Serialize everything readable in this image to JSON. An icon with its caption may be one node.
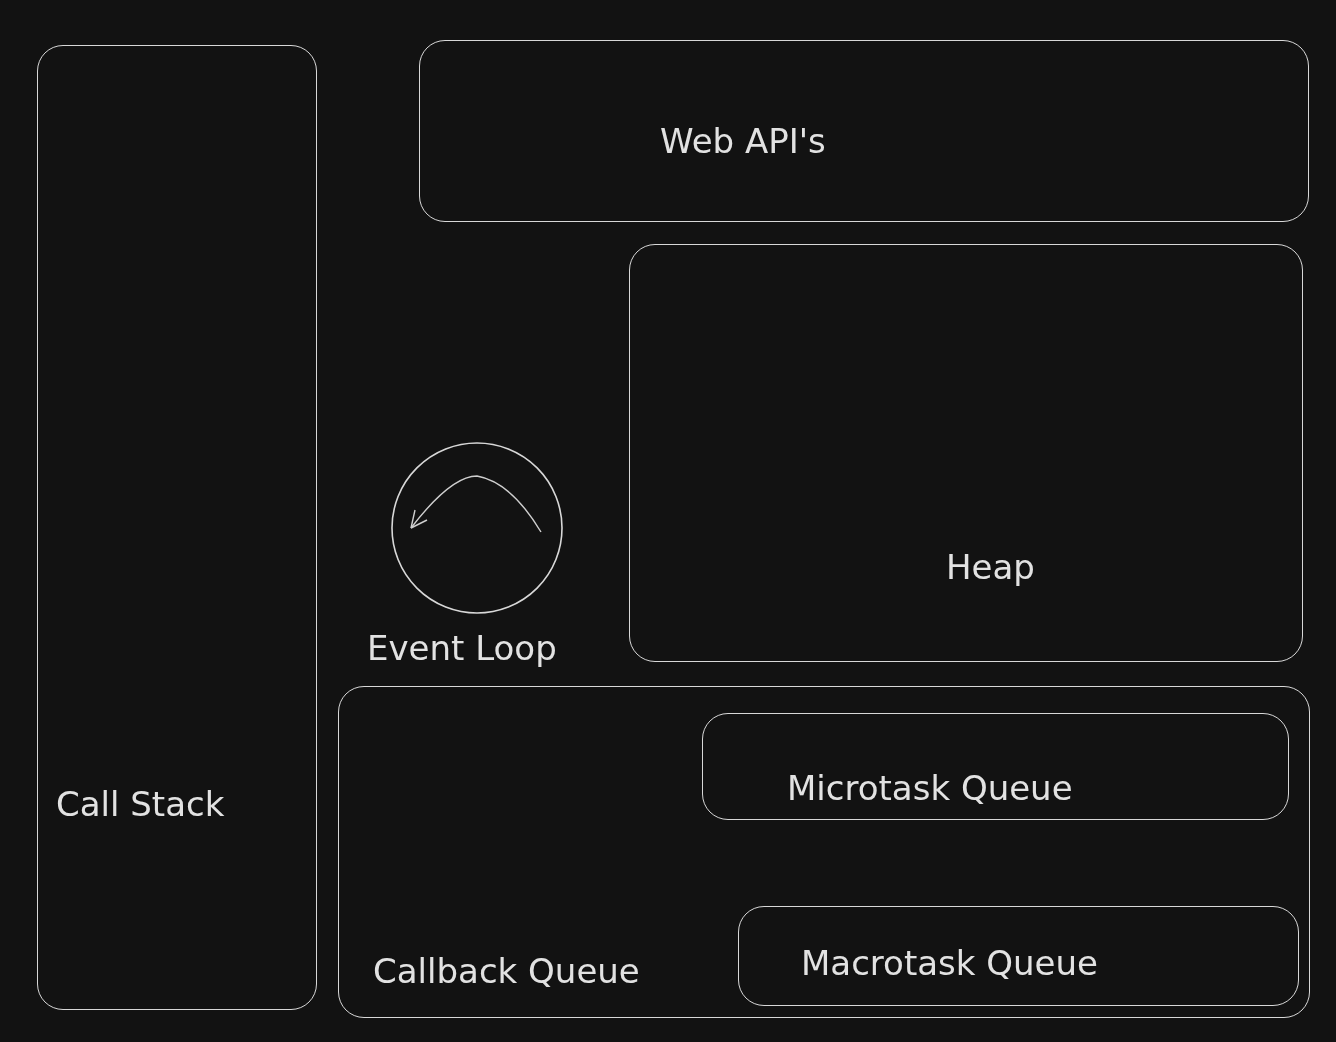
{
  "diagram": {
    "nodes": [
      {
        "text": [
          "Call Stack"
        ]
      },
      {
        "text": [
          "Web API's"
        ]
      },
      {
        "text": [
          "Heap"
        ]
      },
      {
        "text": [
          "Event Loop"
        ]
      },
      {
        "text": [
          "Callback Queue"
        ]
      },
      {
        "text": [
          "Microtask Queue"
        ],
        "in": 4
      },
      {
        "text": [
          "Macrotask Queue"
        ],
        "in": 4
      }
    ]
  }
}
